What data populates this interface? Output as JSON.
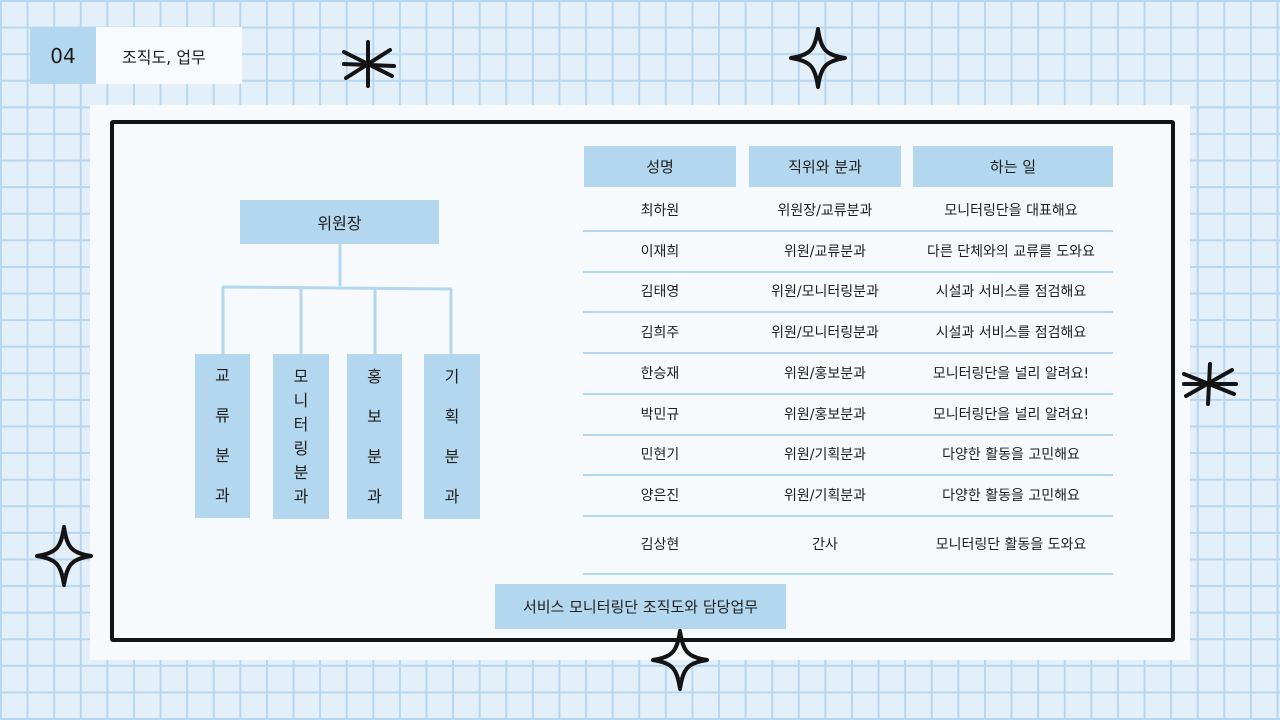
{
  "section": {
    "number": "04",
    "title": "조직도, 업무"
  },
  "org": {
    "head": "위원장",
    "departments": [
      "교\n류\n분\n과",
      "모\n니\n터\n링\n분\n과",
      "홍\n보\n분\n과",
      "기\n획\n분\n과"
    ]
  },
  "table": {
    "headers": [
      "성명",
      "직위와 분과",
      "하는 일"
    ],
    "rows": [
      [
        "최하원",
        "위원장/교류분과",
        "모니터링단을 대표해요"
      ],
      [
        "이재희",
        "위원/교류분과",
        "다른 단체와의 교류를 도와요"
      ],
      [
        "김태영",
        "위원/모니터링분과",
        "시설과 서비스를 점검해요"
      ],
      [
        "김희주",
        "위원/모니터링분과",
        "시설과 서비스를 점검해요"
      ],
      [
        "한승재",
        "위원/홍보분과",
        "모니터링단을 널리 알려요!"
      ],
      [
        "박민규",
        "위원/홍보분과",
        "모니터링단을 널리 알려요!"
      ],
      [
        "민현기",
        "위원/기획분과",
        "다양한 활동을 고민해요"
      ],
      [
        "양은진",
        "위원/기획분과",
        "다양한 활동을 고민해요"
      ],
      [
        "김상현",
        "간사",
        "모니터링단 활동을 도와요"
      ]
    ]
  },
  "caption": "서비스 모니터링단 조직도와 담당업무",
  "colors": {
    "accent": "#b3d7ee",
    "ink": "#141414",
    "grid": "#b7d6ef"
  }
}
